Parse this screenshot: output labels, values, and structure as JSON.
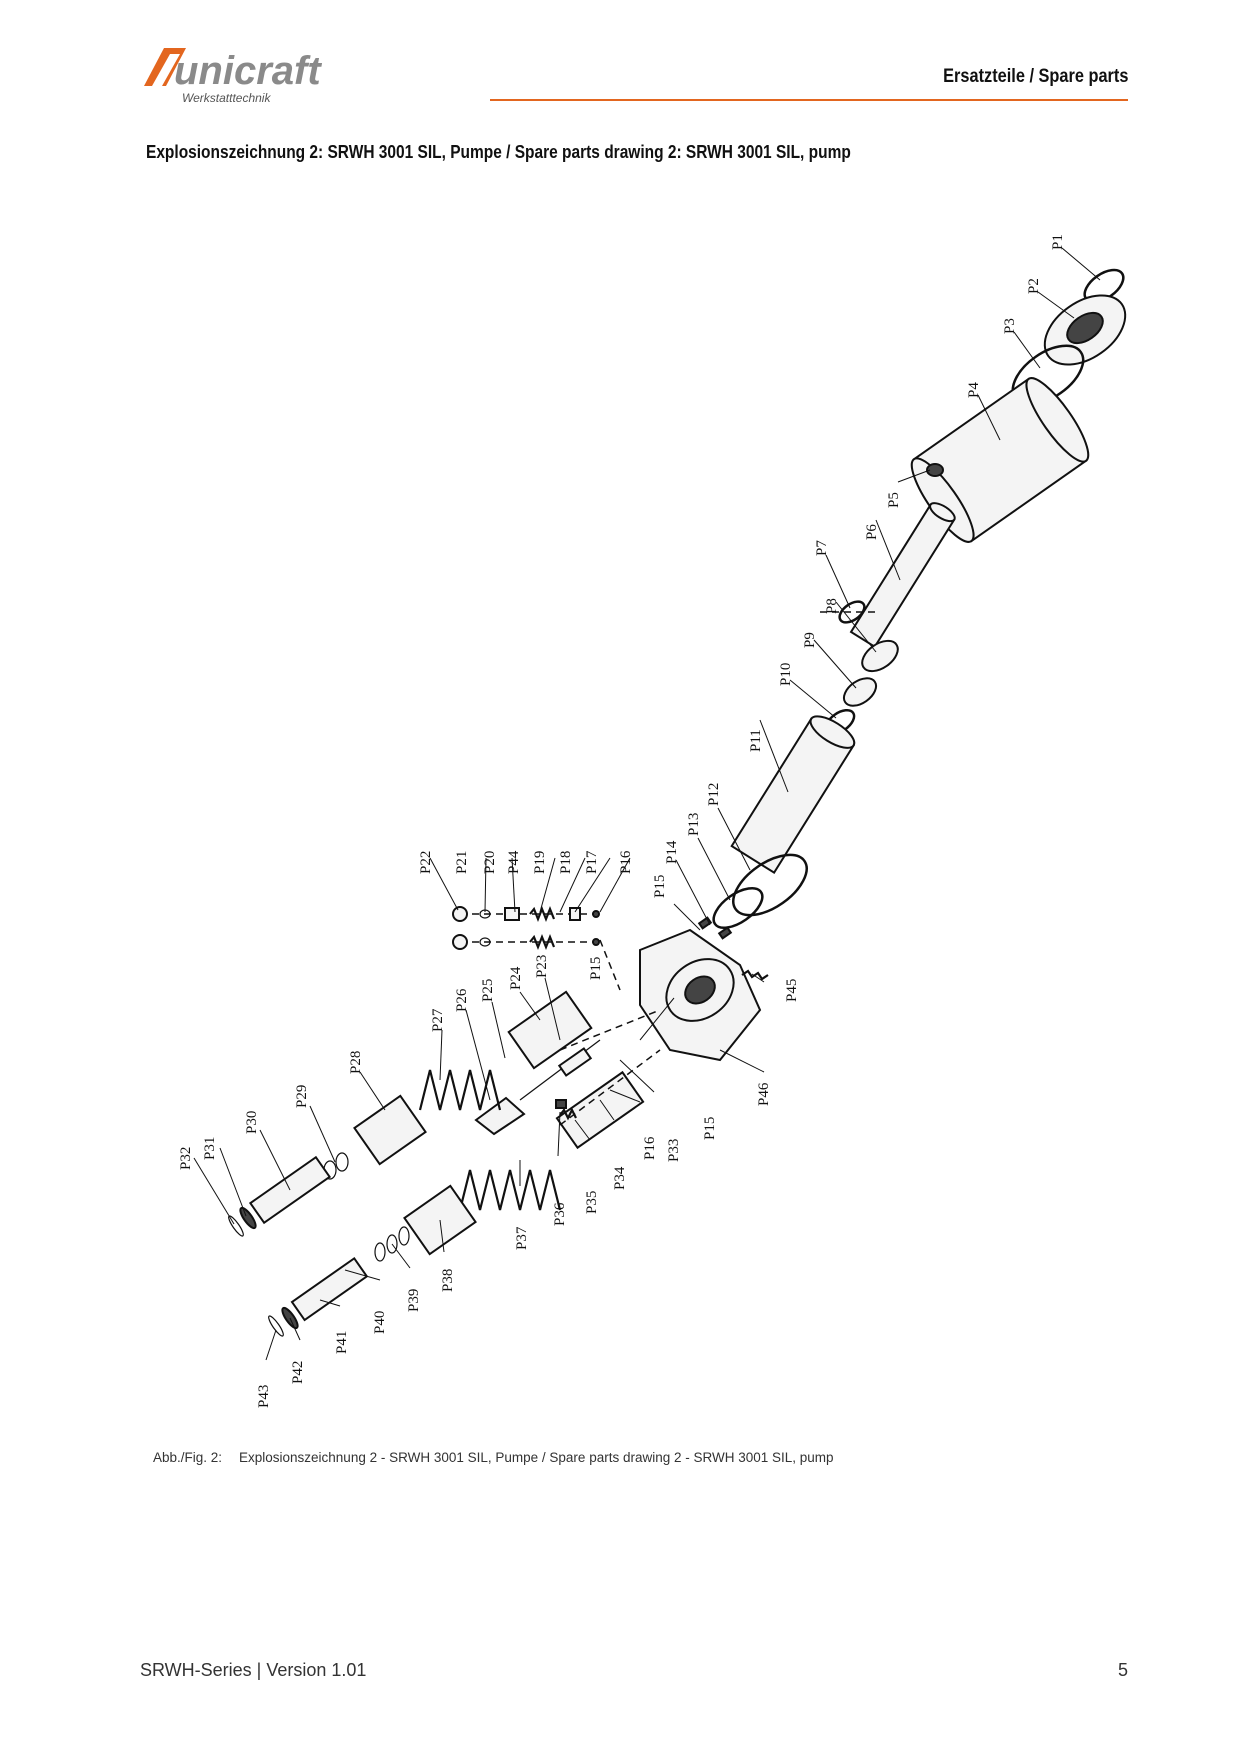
{
  "header": {
    "brand": "unicraft",
    "brand_tagline": "Werkstatttechnik",
    "title": "Ersatzteile / Spare parts",
    "accent_color": "#e3661f"
  },
  "section_title": "Explosionszeichnung 2: SRWH 3001 SIL, Pumpe / Spare parts drawing 2: SRWH 3001 SIL, pump",
  "drawing": {
    "part_labels": {
      "P1": "P1",
      "P2": "P2",
      "P3": "P3",
      "P4": "P4",
      "P5": "P5",
      "P6": "P6",
      "P7": "P7",
      "P8": "P8",
      "P9": "P9",
      "P10": "P10",
      "P11": "P11",
      "P12": "P12",
      "P13": "P13",
      "P14": "P14",
      "P15": "P15",
      "P16": "P16",
      "P17": "P17",
      "P18": "P18",
      "P19": "P19",
      "P20": "P20",
      "P21": "P21",
      "P22": "P22",
      "P23": "P23",
      "P24": "P24",
      "P25": "P25",
      "P26": "P26",
      "P27": "P27",
      "P28": "P28",
      "P29": "P29",
      "P30": "P30",
      "P31": "P31",
      "P32": "P32",
      "P33": "P33",
      "P34": "P34",
      "P35": "P35",
      "P36": "P36",
      "P37": "P37",
      "P38": "P38",
      "P39": "P39",
      "P40": "P40",
      "P41": "P41",
      "P42": "P42",
      "P43": "P43",
      "P44": "P44",
      "P45": "P45",
      "P46": "P46"
    }
  },
  "caption": {
    "label": "Abb./Fig. 2:",
    "text": "Explosionszeichnung 2 - SRWH 3001 SIL, Pumpe / Spare parts drawing 2 - SRWH 3001 SIL, pump"
  },
  "footer": {
    "left": "SRWH-Series | Version 1.01",
    "page_number": "5"
  }
}
